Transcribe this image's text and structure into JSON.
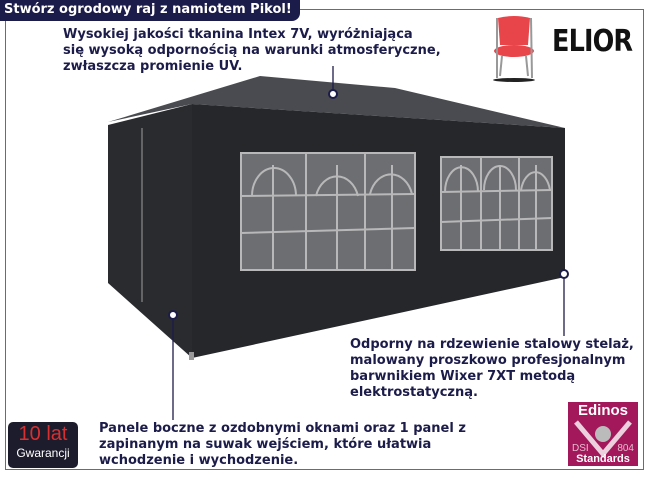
{
  "title": "Stwórz ogrodowy raj z namiotem Pikol!",
  "brand": "ELIOR",
  "features": {
    "roof": [
      "Wysokiej jakości tkanina Intex 7V, wyróżniająca",
      "się wysoką odpornością na warunki atmosferyczne,",
      "zwłaszcza promienie UV."
    ],
    "frame": [
      "Odporny na rdzewienie stalowy stelaż,",
      "malowany proszkowo profesjonalnym",
      "barwnikiem Wixer 7XT metodą",
      "elektrostatyczną."
    ],
    "panels": [
      "Panele boczne z ozdobnymi oknami oraz 1 panel z",
      "zapinanym na suwak wejściem, które ułatwia",
      "wchodzenie i wychodzenie."
    ]
  },
  "warranty": {
    "big": "10 lat",
    "small": "Gwarancji"
  },
  "certificate": {
    "top": "Edinos",
    "left": "DSI",
    "right": "804",
    "bottom": "Standards"
  },
  "colors": {
    "navy": "#1c1c4a",
    "tent": "#2e2f33",
    "cert": "#a3185a"
  }
}
